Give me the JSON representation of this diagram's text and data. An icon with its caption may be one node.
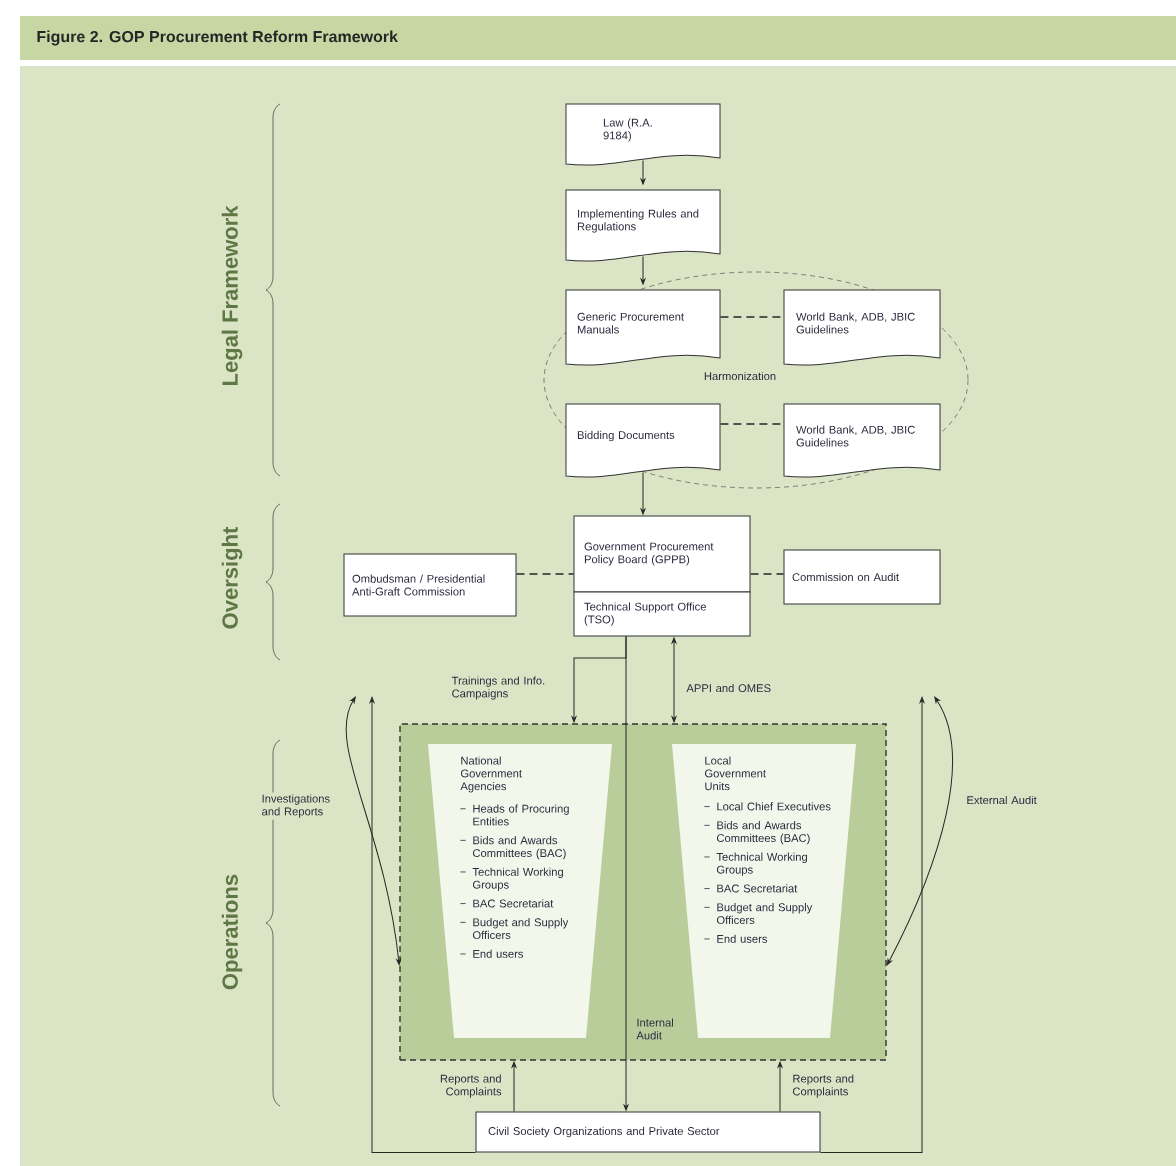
{
  "diagram": {
    "title": "Figure 2. GOP Procurement Reform Framework",
    "nodes": [
      {
        "text": [
          "Law (R.A. 9184)"
        ]
      },
      {
        "text": [
          "Implementing Rules and Regulations"
        ]
      },
      {
        "text": [
          "Generic Procurement Manuals"
        ]
      },
      {
        "text": [
          "World Bank, ADB, JBIC Guidelines"
        ]
      },
      {
        "text": [
          "Bidding Documents"
        ]
      },
      {
        "text": [
          "World Bank, ADB, JBIC Guidelines"
        ]
      },
      {
        "text": [
          "Government Procurement Policy Board (GPPB)"
        ]
      },
      {
        "text": [
          "Technical Support Office (TSO)"
        ]
      },
      {
        "text": [
          "Ombudsman / Presidential Anti-Graft Commission"
        ]
      },
      {
        "text": [
          "Commission on Audit"
        ]
      },
      {
        "text": [],
        "shape": "box"
      },
      {
        "text": [
          "National Government Agencies",
          "Heads of Procuring Entities",
          "Bids and Awards Committees (BAC)",
          "Technical Working Groups",
          "BAC Secretariat",
          "Budget and Supply Officers",
          "End users"
        ],
        "in": 10
      },
      {
        "text": [
          "Local Government Units",
          "Local Chief Executives",
          "Bids and Awards Committees (BAC)",
          "Technical Working Groups",
          "BAC Secretariat",
          "Budget and Supply Officers",
          "End users"
        ],
        "in": 10
      },
      {
        "text": [
          "Civil Society Organizations and Private Sector"
        ]
      }
    ],
    "edges": [
      {
        "from": 0,
        "to": 1,
        "arrow": "to"
      },
      {
        "from": 1,
        "to": 2,
        "arrow": "to"
      },
      {
        "from": 2,
        "to": 3,
        "arrow": "none",
        "style": "dashed"
      },
      {
        "from": 4,
        "to": 5,
        "arrow": "none",
        "style": "dashed"
      },
      {
        "from": 4,
        "to": 6,
        "arrow": "to"
      },
      {
        "from": 8,
        "to": 6,
        "arrow": "none",
        "style": "dashed"
      },
      {
        "from": 6,
        "to": 9,
        "arrow": "none",
        "style": "dashed"
      },
      {
        "from": 7,
        "to": 10,
        "arrow": "to",
        "label": "Trainings and Info. Campaigns"
      },
      {
        "from": 7,
        "to": 10,
        "arrow": "both",
        "label": "APPI and OMES"
      },
      {
        "from": 7,
        "to": 13,
        "arrow": "to",
        "label": "Internal Audit"
      },
      {
        "from": 13,
        "to": 10,
        "arrow": "to",
        "label": "Reports and Complaints"
      },
      {
        "from": 13,
        "to": 10,
        "arrow": "to",
        "label": "Reports and Complaints"
      },
      {
        "from": 13,
        "to": null,
        "arrow": "to"
      },
      {
        "from": 13,
        "to": null,
        "arrow": "to"
      },
      {
        "from": null,
        "to": 10,
        "arrow": "both",
        "label": "Investigations and Reports"
      },
      {
        "from": null,
        "to": 10,
        "arrow": "both",
        "label": "External Audit"
      }
    ],
    "labels": [
      "Legal Framework",
      "Harmonization",
      "Oversight",
      "Operations"
    ]
  }
}
